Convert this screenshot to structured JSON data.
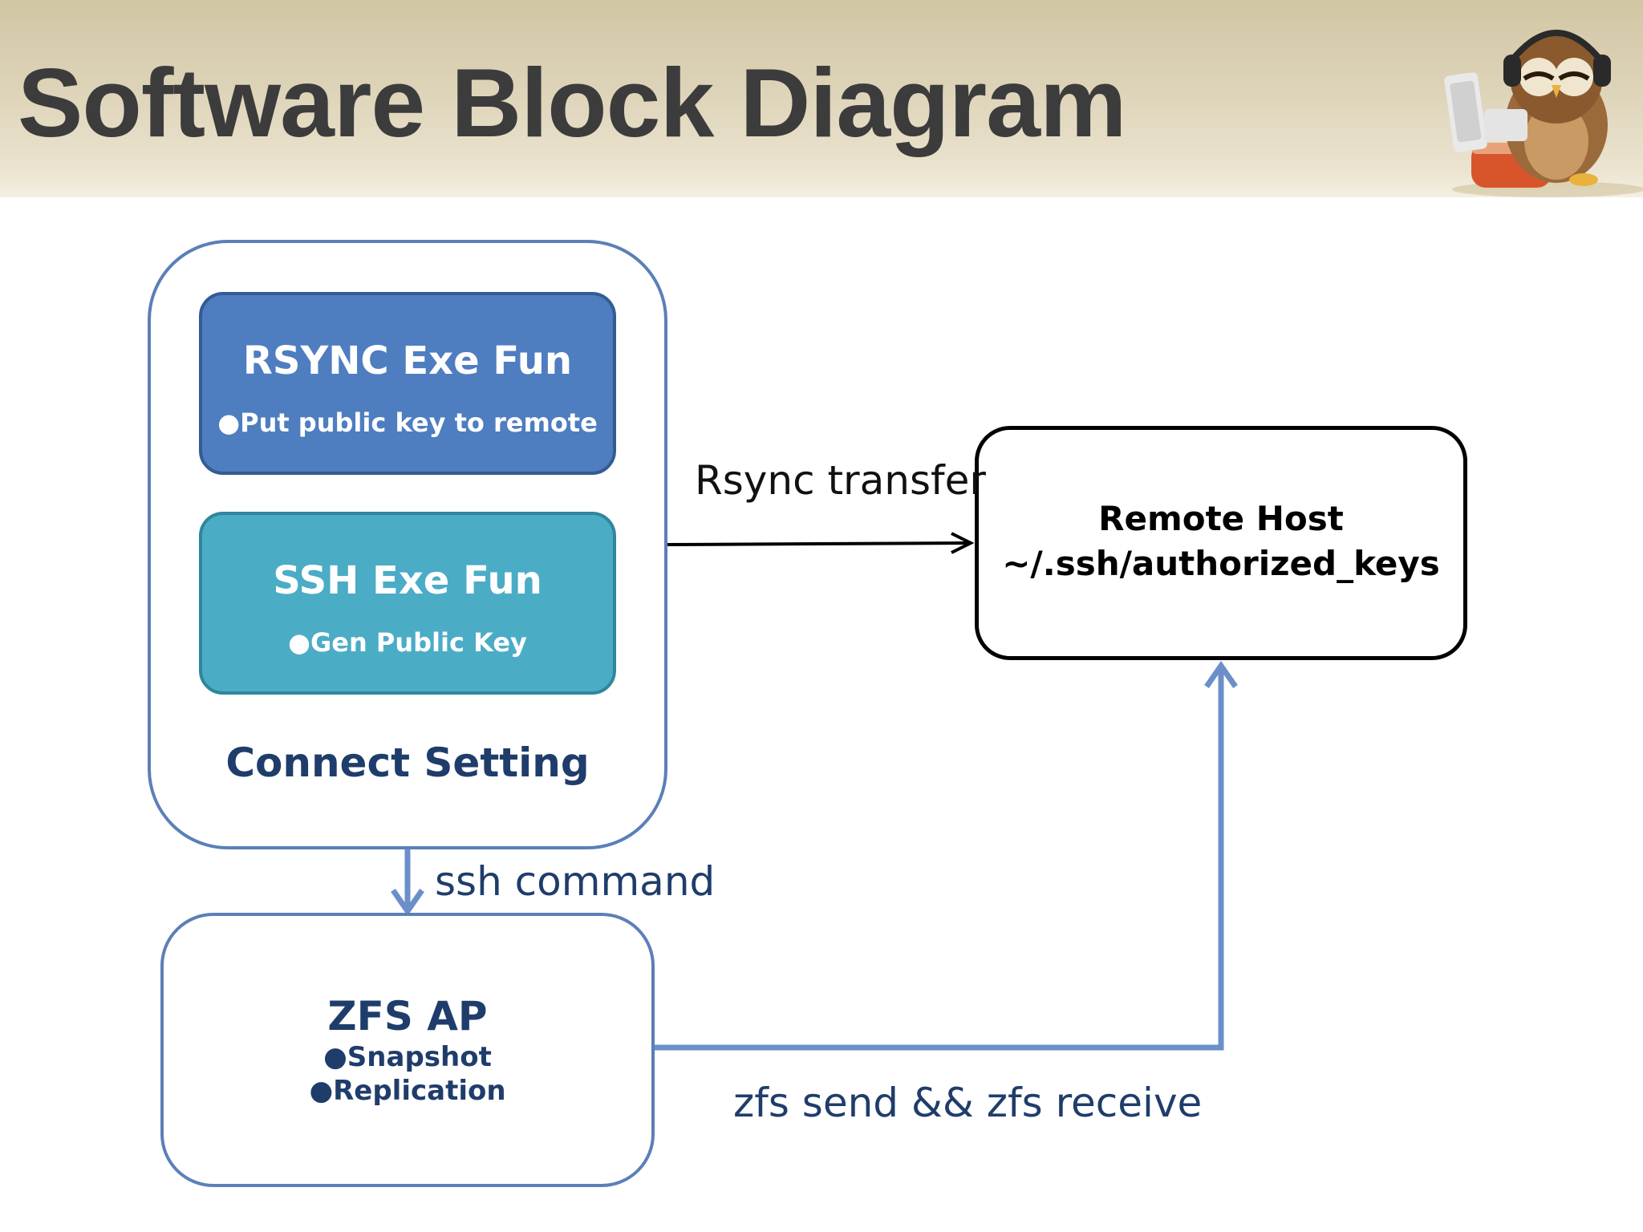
{
  "title": "Software Block Diagram",
  "colors": {
    "container_border": "#5b7fb8",
    "rsync_fill": "#4e7dc0",
    "ssh_fill": "#4bacc6",
    "text_navy": "#1f3d6b",
    "connector_blue": "#6b8fc9"
  },
  "connect_setting": {
    "label": "Connect Setting",
    "rsync": {
      "title": "RSYNC Exe Fun",
      "bullet": "●Put public key to remote"
    },
    "ssh": {
      "title": "SSH Exe Fun",
      "bullet": "●Gen Public Key"
    }
  },
  "remote_host": {
    "line1": "Remote Host",
    "line2": "~/.ssh/authorized_keys"
  },
  "zfs_ap": {
    "title": "ZFS AP",
    "bullets": [
      "●Snapshot",
      "●Replication"
    ]
  },
  "edges": {
    "rsync_transfer": "Rsync transfer",
    "ssh_command": "ssh command",
    "zfs_send_receive": "zfs send && zfs receive"
  }
}
